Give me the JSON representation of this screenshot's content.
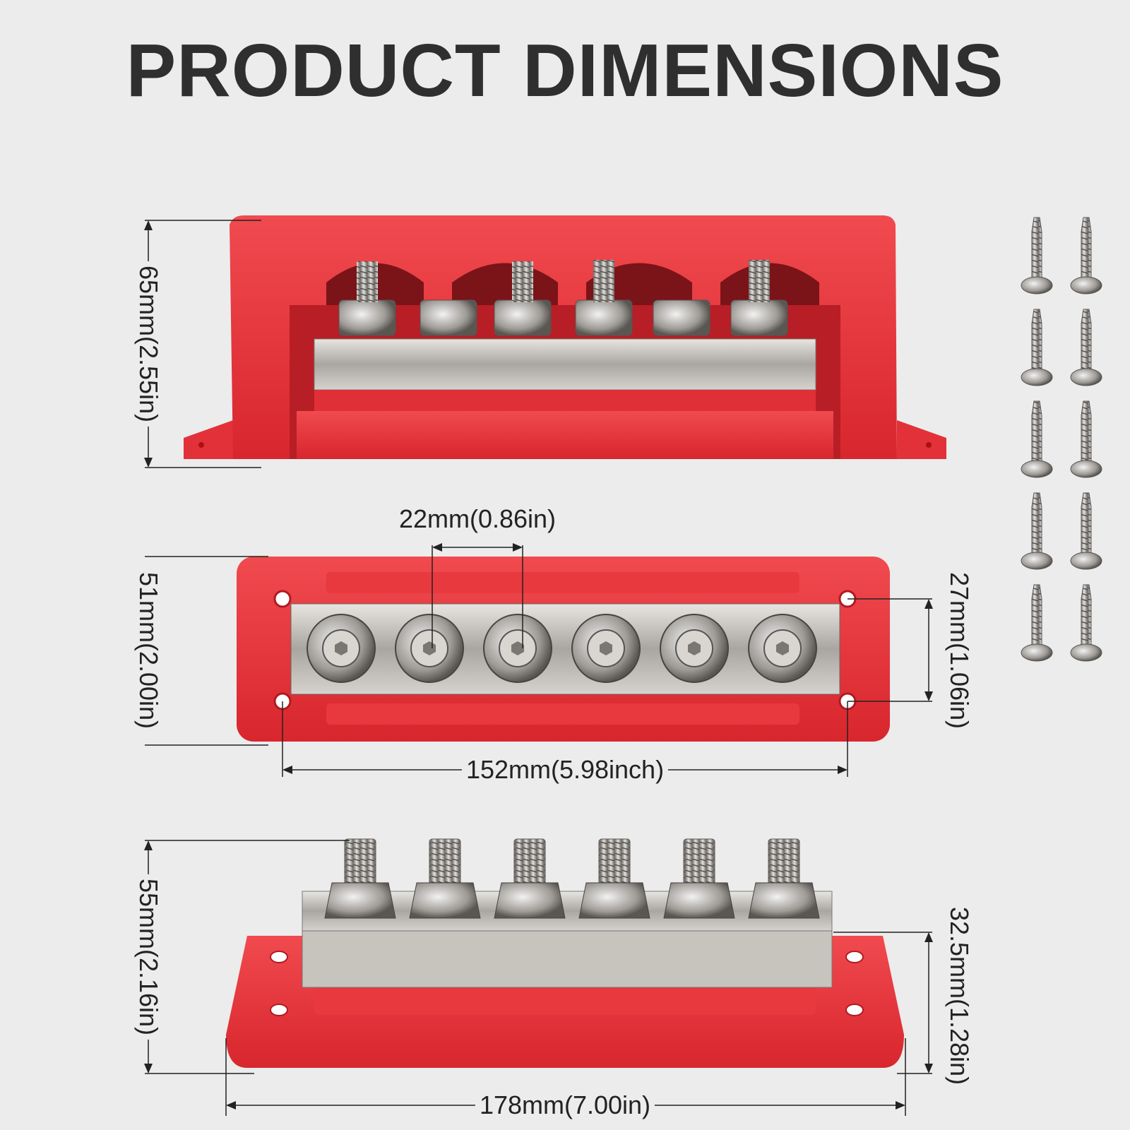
{
  "title": "PRODUCT DIMENSIONS",
  "colors": {
    "housing_red": "#e63238",
    "busbar_steel": "#b8b4ae",
    "background": "#ececec",
    "title": "#2f2f2f"
  },
  "views": {
    "front_cover": {
      "height_label": "65mm(2.55in)"
    },
    "top": {
      "stud_spacing_label": "22mm(0.86in)",
      "width_label": "51mm(2.00in)",
      "hole_spacing_vertical_label": "27mm(1.06in)",
      "hole_spacing_horizontal_label": "152mm(5.98inch)"
    },
    "side": {
      "height_label": "55mm(2.16in)",
      "bar_height_label": "32.5mm(1.28in)",
      "length_label": "178mm(7.00in)"
    }
  },
  "studs_count": 6,
  "screws_count": 10
}
